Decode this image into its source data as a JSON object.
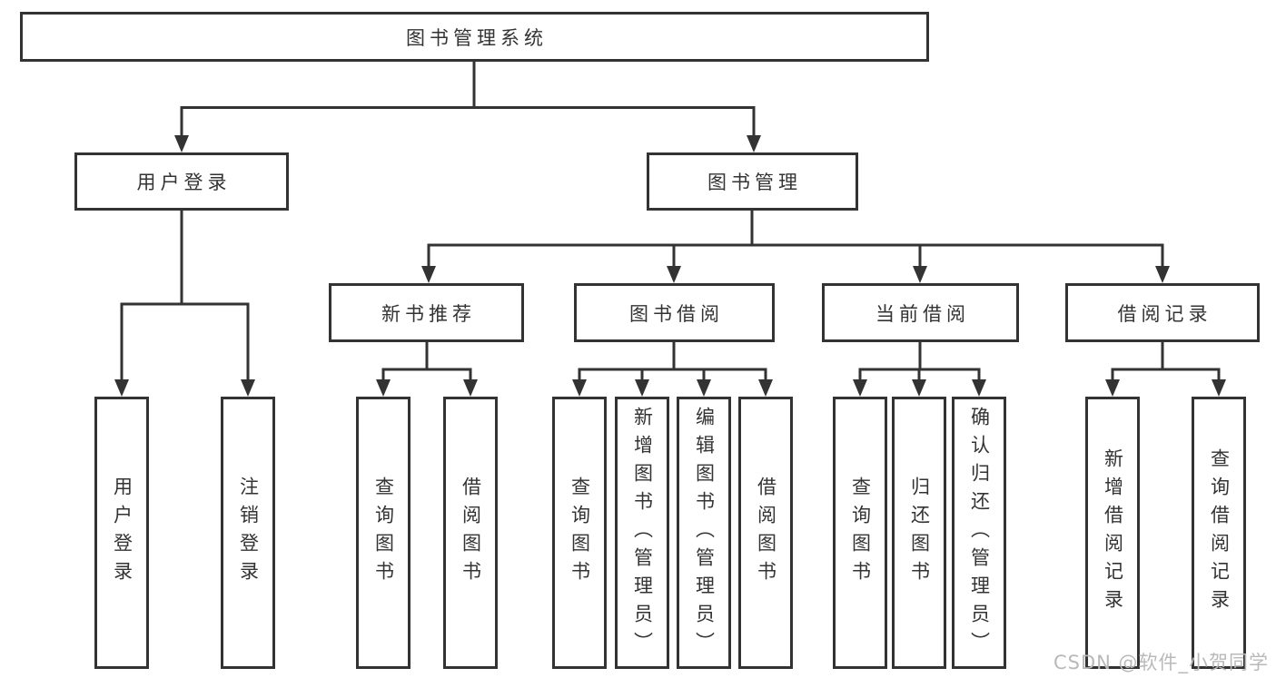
{
  "tree": {
    "root": {
      "label": "图书管理系统",
      "children": [
        {
          "label": "用户登录",
          "children": [
            {
              "label": "用户登录"
            },
            {
              "label": "注销登录"
            }
          ]
        },
        {
          "label": "图书管理",
          "children": [
            {
              "label": "新书推荐",
              "children": [
                {
                  "label": "查询图书"
                },
                {
                  "label": "借阅图书"
                }
              ]
            },
            {
              "label": "图书借阅",
              "children": [
                {
                  "label": "查询图书"
                },
                {
                  "label": "新增图书（管理员）"
                },
                {
                  "label": "编辑图书（管理员）"
                },
                {
                  "label": "借阅图书"
                }
              ]
            },
            {
              "label": "当前借阅",
              "children": [
                {
                  "label": "查询图书"
                },
                {
                  "label": "归还图书"
                },
                {
                  "label": "确认归还（管理员）"
                }
              ]
            },
            {
              "label": "借阅记录",
              "children": [
                {
                  "label": "新增借阅记录"
                },
                {
                  "label": "查询借阅记录"
                }
              ]
            }
          ]
        }
      ]
    }
  },
  "watermark": {
    "text": "CSDN @软件_小贺同学"
  },
  "colors": {
    "line": "#333333",
    "text": "#333333",
    "background": "#ffffff",
    "watermark": "#b9b9b9"
  }
}
